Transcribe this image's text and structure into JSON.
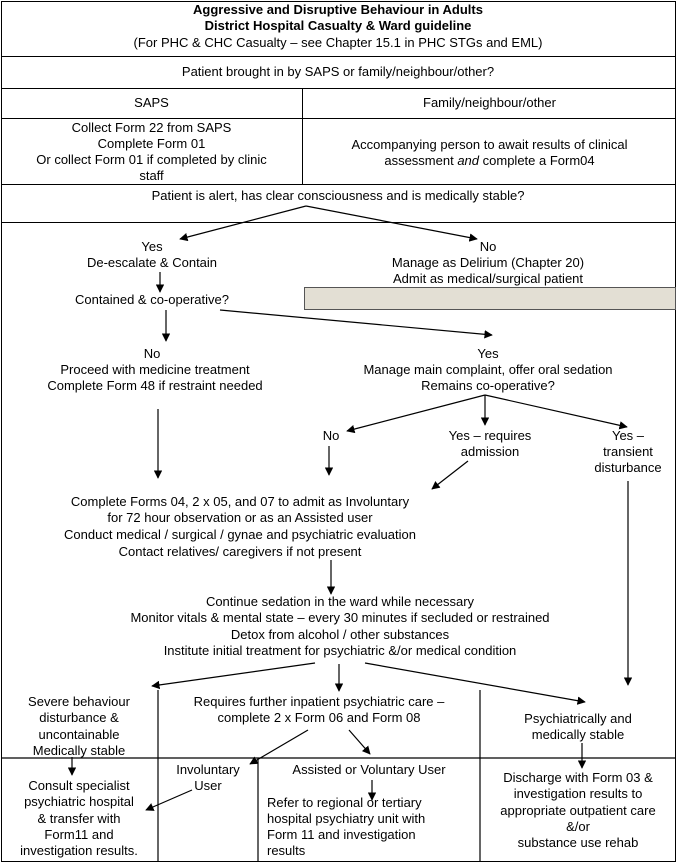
{
  "header": {
    "title_line1": "Aggressive and Disruptive Behaviour in Adults",
    "title_line2": "District Hospital Casualty & Ward guideline",
    "subtitle": "(For PHC & CHC Casualty – see Chapter 15.1 in PHC STGs and EML)"
  },
  "question_brought_in": "Patient brought in by SAPS or family/neighbour/other?",
  "col_saps": "SAPS",
  "col_family": "Family/neighbour/other",
  "saps_steps": [
    "Collect Form 22 from SAPS",
    "Complete Form 01",
    "Or collect Form 01 if completed by clinic",
    "staff"
  ],
  "family_steps": [
    "Accompanying person to await results of clinical",
    "assessment and complete a Form04"
  ],
  "question_alert": "Patient is alert, has clear consciousness and is medically stable?",
  "alert_yes": [
    "Yes",
    "De-escalate & Contain"
  ],
  "alert_no": [
    "No",
    "Manage as Delirium (Chapter 20)",
    "Admit as medical/surgical patient"
  ],
  "question_contained": "Contained & co-operative?",
  "contained_no": [
    "No",
    "Proceed with medicine treatment",
    "Complete Form 48 if restraint needed"
  ],
  "contained_yes": [
    "Yes",
    "Manage main complaint, offer oral sedation",
    "Remains co-operative?"
  ],
  "remains_no": "No",
  "remains_yes_admission": [
    "Yes – requires",
    "admission"
  ],
  "remains_yes_transient": [
    "Yes –",
    "transient",
    "disturbance"
  ],
  "admit_block": [
    "Complete Forms 04, 2 x 05, and 07 to admit as Involuntary",
    "for 72 hour observation or as an Assisted user",
    "Conduct medical / surgical / gynae and psychiatric evaluation",
    "Contact relatives/ caregivers if not present"
  ],
  "ward_block": [
    "Continue sedation in the ward while necessary",
    "Monitor vitals & mental state – every 30 minutes if secluded or restrained",
    "Detox from alcohol / other substances",
    "Institute initial treatment for psychiatric &/or medical condition"
  ],
  "severe": [
    "Severe behaviour",
    "disturbance &",
    "uncontainable",
    "Medically stable"
  ],
  "further_care": [
    "Requires further inpatient psychiatric care –",
    "complete 2 x Form 06 and Form 08"
  ],
  "psych_stable": [
    "Psychiatrically and",
    "medically stable"
  ],
  "consult": [
    "Consult specialist",
    "psychiatric hospital",
    "& transfer with",
    "Form11 and",
    "investigation results."
  ],
  "involuntary_user": [
    "Involuntary",
    "User"
  ],
  "assisted_user": "Assisted or Voluntary User",
  "refer": [
    "Refer to regional or tertiary",
    "hospital psychiatry unit with",
    "Form 11 and investigation",
    "results"
  ],
  "discharge": [
    "Discharge with Form 03 &",
    "investigation results to",
    "appropriate outpatient care",
    "&/or",
    "substance use rehab"
  ]
}
